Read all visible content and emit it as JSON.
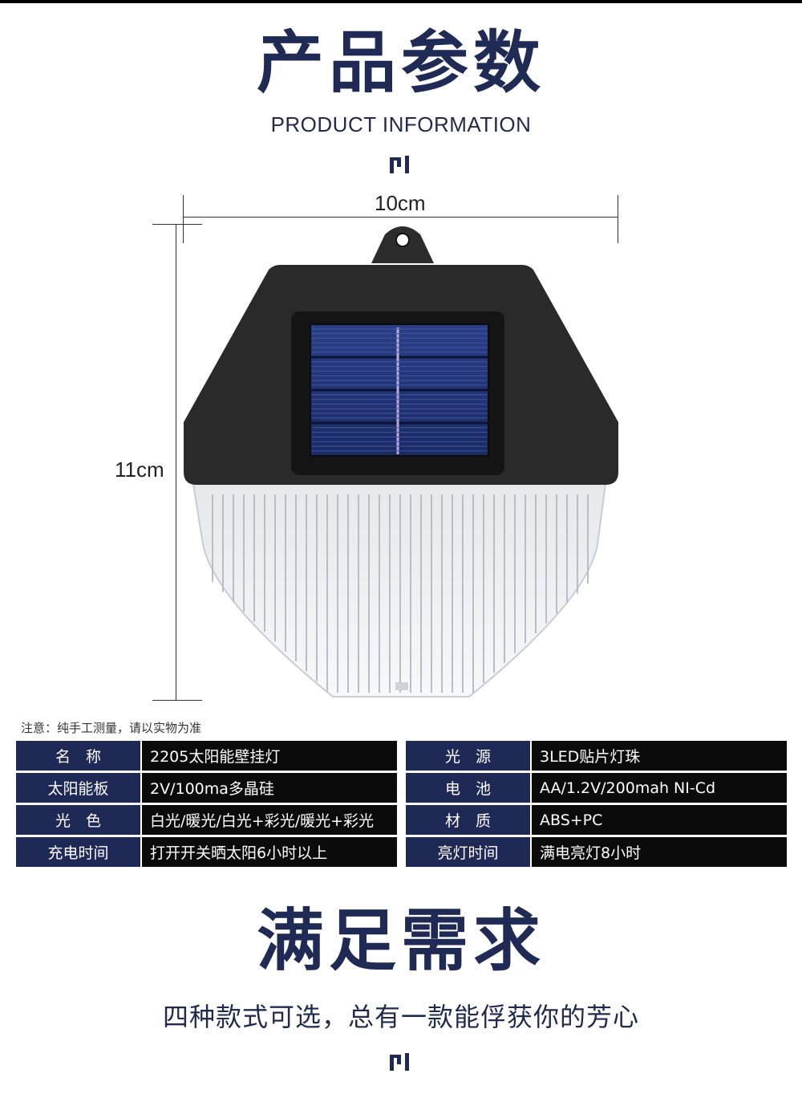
{
  "header": {
    "title": "产品参数",
    "subtitle": "PRODUCT INFORMATION"
  },
  "dimensions": {
    "width_label": "10cm",
    "height_label": "11cm"
  },
  "note": "注意：纯手工测量，请以实物为准",
  "specs_left": [
    {
      "key": "名　称",
      "value": "2205太阳能壁挂灯"
    },
    {
      "key": "太阳能板",
      "value": "2V/100ma多晶硅"
    },
    {
      "key": "光　色",
      "value": "白光/暖光/白光+彩光/暖光+彩光"
    },
    {
      "key": "充电时间",
      "value": "打开开关晒太阳6小时以上"
    }
  ],
  "specs_right": [
    {
      "key": "光　源",
      "value": "3LED贴片灯珠"
    },
    {
      "key": "电　池",
      "value": "AA/1.2V/200mah NI-Cd"
    },
    {
      "key": "材　质",
      "value": "ABS+PC"
    },
    {
      "key": "亮灯时间",
      "value": "满电亮灯8小时"
    }
  ],
  "section2": {
    "title": "满足需求",
    "subtitle": "四种款式可选，总有一款能俘获你的芳心"
  },
  "colors": {
    "accent": "#1f2a55",
    "key_bg": "#1f2955",
    "value_bg": "#0b0b0b"
  }
}
